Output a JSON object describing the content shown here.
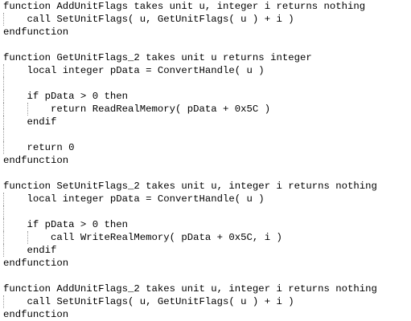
{
  "editor": {
    "lines": [
      {
        "text": "function AddUnitFlags takes unit u, integer i returns nothing",
        "indent": 0
      },
      {
        "text": "    call SetUnitFlags( u, GetUnitFlags( u ) + i )",
        "indent": 1
      },
      {
        "text": "endfunction",
        "indent": 0
      },
      {
        "text": "",
        "indent": 0
      },
      {
        "text": "function GetUnitFlags_2 takes unit u returns integer",
        "indent": 0
      },
      {
        "text": "    local integer pData = ConvertHandle( u )",
        "indent": 1
      },
      {
        "text": "",
        "indent": 1
      },
      {
        "text": "    if pData > 0 then",
        "indent": 1
      },
      {
        "text": "        return ReadRealMemory( pData + 0x5C )",
        "indent": 2
      },
      {
        "text": "    endif",
        "indent": 1
      },
      {
        "text": "",
        "indent": 1
      },
      {
        "text": "    return 0",
        "indent": 1
      },
      {
        "text": "endfunction",
        "indent": 0
      },
      {
        "text": "",
        "indent": 0
      },
      {
        "text": "function SetUnitFlags_2 takes unit u, integer i returns nothing",
        "indent": 0
      },
      {
        "text": "    local integer pData = ConvertHandle( u )",
        "indent": 1
      },
      {
        "text": "",
        "indent": 1
      },
      {
        "text": "    if pData > 0 then",
        "indent": 1
      },
      {
        "text": "        call WriteRealMemory( pData + 0x5C, i )",
        "indent": 2
      },
      {
        "text": "    endif",
        "indent": 1
      },
      {
        "text": "endfunction",
        "indent": 0
      },
      {
        "text": "",
        "indent": 0
      },
      {
        "text": "function AddUnitFlags_2 takes unit u, integer i returns nothing",
        "indent": 0
      },
      {
        "text": "    call SetUnitFlags( u, GetUnitFlags( u ) + i )",
        "indent": 1
      },
      {
        "text": "endfunction",
        "indent": 0
      }
    ]
  }
}
